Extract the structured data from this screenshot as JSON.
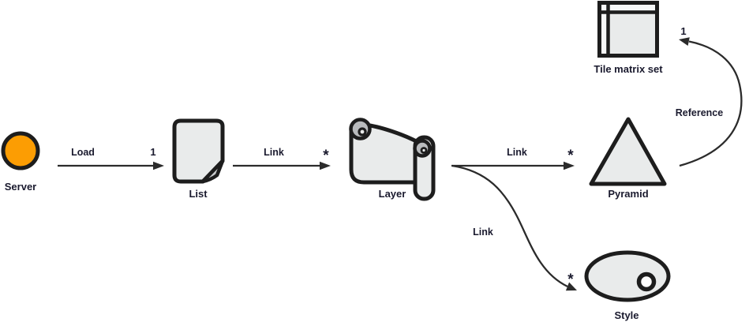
{
  "diagram": {
    "nodes": [
      {
        "id": "server",
        "label": "Server",
        "icon": "circle-icon"
      },
      {
        "id": "list",
        "label": "List",
        "icon": "document-icon"
      },
      {
        "id": "layer",
        "label": "Layer",
        "icon": "scroll-icon"
      },
      {
        "id": "pyramid",
        "label": "Pyramid",
        "icon": "triangle-icon"
      },
      {
        "id": "tile-matrix-set",
        "label": "Tile matrix set",
        "icon": "table-grid-icon"
      },
      {
        "id": "style",
        "label": "Style",
        "icon": "palette-ellipse-icon"
      }
    ],
    "edges": [
      {
        "from": "server",
        "to": "list",
        "label": "Load",
        "multiplicity": "1"
      },
      {
        "from": "list",
        "to": "layer",
        "label": "Link",
        "multiplicity": "*"
      },
      {
        "from": "layer",
        "to": "pyramid",
        "label": "Link",
        "multiplicity": "*"
      },
      {
        "from": "layer",
        "to": "style",
        "label": "Link",
        "multiplicity": "*"
      },
      {
        "from": "pyramid",
        "to": "tile-matrix-set",
        "label": "Reference",
        "multiplicity": "1"
      }
    ],
    "colors": {
      "server_fill": "#fc9d03",
      "shape_fill": "#e9ebeb",
      "roll_fill": "#b9bbbd",
      "stroke": "#1d1d1d",
      "edge": "#2b2b2b",
      "text": "#1a1a2e",
      "background": "#ffffff"
    }
  }
}
